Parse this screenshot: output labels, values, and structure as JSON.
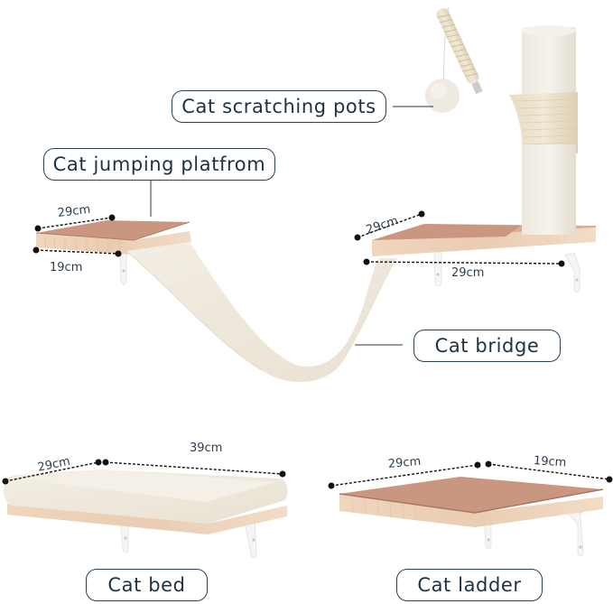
{
  "labels": {
    "scratching_post": "Cat scratching pots",
    "jumping_platform": "Cat jumping platfrom",
    "bridge": "Cat bridge",
    "bed": "Cat bed",
    "ladder": "Cat ladder"
  },
  "dimensions": {
    "jumping_platform_width": "29cm",
    "jumping_platform_depth": "19cm",
    "post_platform_depth": "29cm",
    "post_platform_width": "29cm",
    "bed_depth": "29cm",
    "bed_width": "39cm",
    "ladder_width": "29cm",
    "ladder_depth": "19cm"
  },
  "colors": {
    "label_border": "#2e4152",
    "label_text": "#1f3244",
    "wood_top": "#c9977f",
    "wood_edge": "#edd4bb",
    "plush": "#f1ebdf",
    "bracket": "#f7f7f7"
  }
}
